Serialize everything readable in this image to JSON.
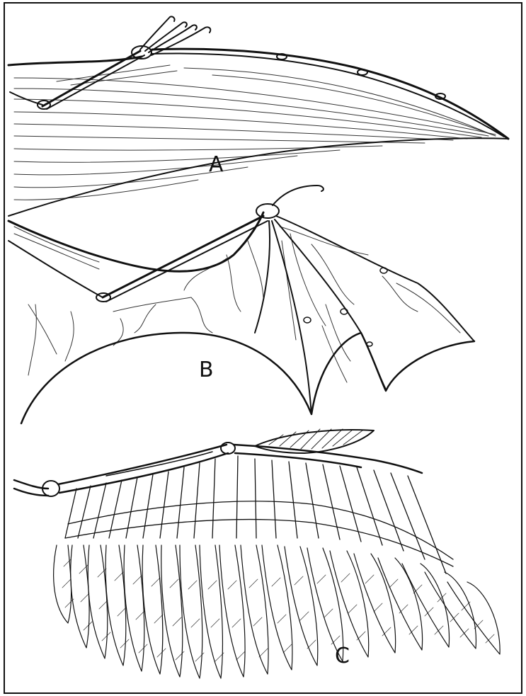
{
  "figure": {
    "labels": {
      "a": "A",
      "b": "B",
      "c": "C"
    },
    "panels": [
      "pterodactyl-wing",
      "bat-wing",
      "bird-wing-skeleton-with-feathers"
    ],
    "ink_color": "#111111",
    "paper_color": "#ffffff"
  }
}
